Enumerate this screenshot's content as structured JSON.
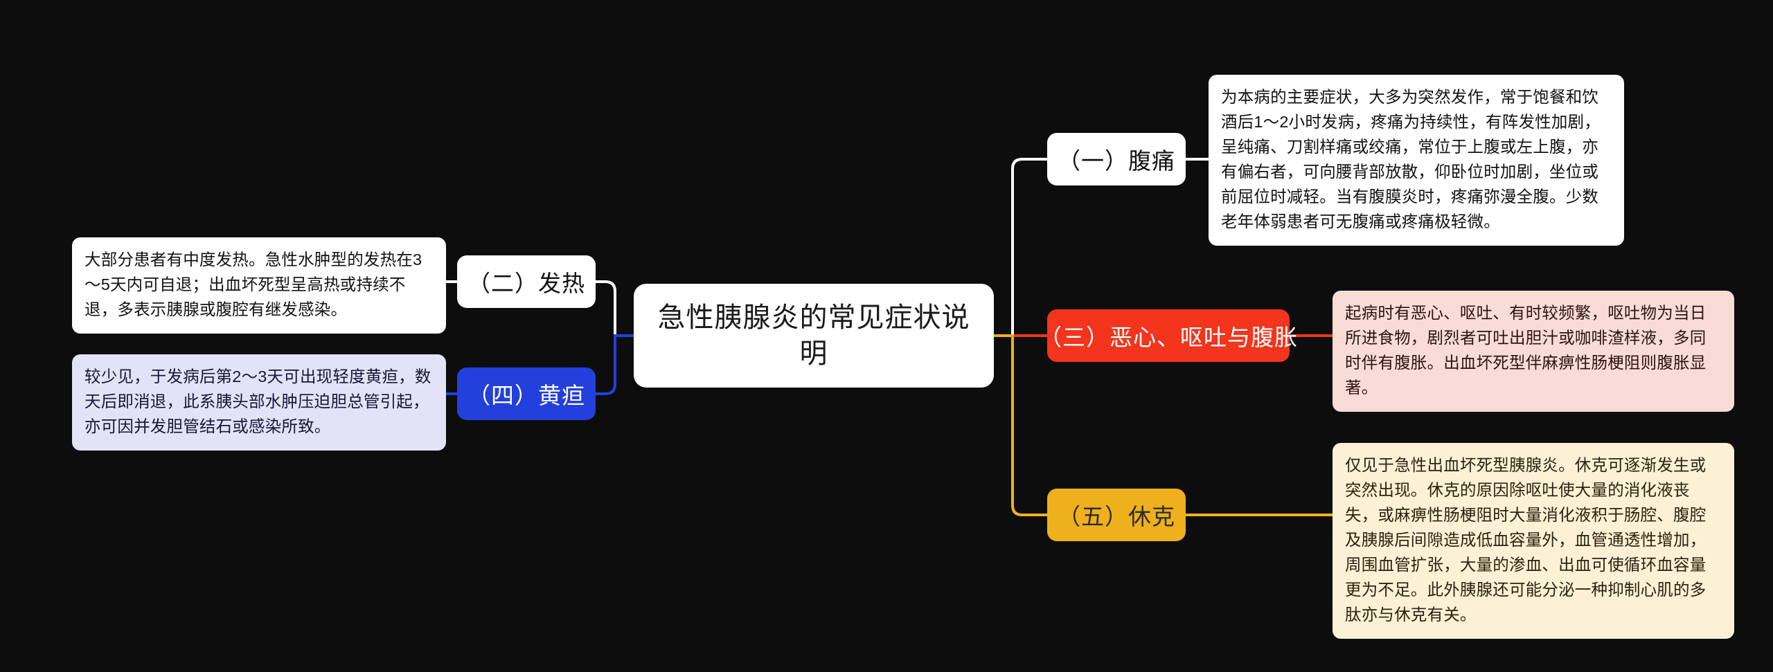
{
  "meta": {
    "background_color": "#0d0d0d",
    "title": "急性胰腺炎的常见症状说明"
  },
  "root": {
    "label": "急性胰腺炎的常见症状说明",
    "fill": "#ffffff",
    "text_color": "#1a1a1a"
  },
  "branches": [
    {
      "id": "pain",
      "index": "一",
      "chip_label": "（一）腹痛",
      "chip_fill": "#ffffff",
      "chip_text_color": "#121212",
      "connector_color": "#ffffff",
      "side": "right",
      "detail": "为本病的主要症状，大多为突然发作，常于饱餐和饮酒后1～2小时发病，疼痛为持续性，有阵发性加剧，呈纯痛、刀割样痛或绞痛，常位于上腹或左上腹，亦有偏右者，可向腰背部放散，仰卧位时加剧，坐位或前屈位时减轻。当有腹膜炎时，疼痛弥漫全腹。少数老年体弱患者可无腹痛或疼痛极轻微。",
      "detail_fill": "#ffffff",
      "detail_text_color": "#121212"
    },
    {
      "id": "fever",
      "index": "二",
      "chip_label": "（二）发热",
      "chip_fill": "#ffffff",
      "chip_text_color": "#121212",
      "connector_color": "#ffffff",
      "side": "left",
      "detail": "大部分患者有中度发热。急性水肿型的发热在3～5天内可自退；出血坏死型呈高热或持续不退，多表示胰腺或腹腔有继发感染。",
      "detail_fill": "#ffffff",
      "detail_text_color": "#121212"
    },
    {
      "id": "nausea",
      "index": "三",
      "chip_label": "（三）恶心、呕吐与腹胀",
      "chip_fill": "#f2351c",
      "chip_text_color": "#ffffff",
      "connector_color": "#f2351c",
      "side": "right",
      "detail": "起病时有恶心、呕吐、有时较频繁，呕吐物为当日所进食物，剧烈者可吐出胆汁或咖啡渣样液，多同时伴有腹胀。出血坏死型伴麻痹性肠梗阻则腹胀显著。",
      "detail_fill": "#fadcd6",
      "detail_text_color": "#2a1412"
    },
    {
      "id": "jaundice",
      "index": "四",
      "chip_label": "（四）黄疸",
      "chip_fill": "#2340dc",
      "chip_text_color": "#ffffff",
      "connector_color": "#2340dc",
      "side": "left",
      "detail": "较少见，于发病后第2～3天可出现轻度黄疸，数天后即消退，此系胰头部水肿压迫胆总管引起，亦可因并发胆管结石或感染所致。",
      "detail_fill": "#e3e3f8",
      "detail_text_color": "#16163a"
    },
    {
      "id": "shock",
      "index": "五",
      "chip_label": "（五）休克",
      "chip_fill": "#eeb01c",
      "chip_text_color": "#2b2b2b",
      "connector_color": "#eeb01c",
      "side": "right",
      "detail": "仅见于急性出血坏死型胰腺炎。休克可逐渐发生或突然出现。休克的原因除呕吐使大量的消化液丧失，或麻痹性肠梗阻时大量消化液积于肠腔、腹腔及胰腺后间隙造成低血容量外，血管通透性增加，周围血管扩张，大量的渗血、出血可使循环血容量更为不足。此外胰腺还可能分泌一种抑制心肌的多肽亦与休克有关。",
      "detail_fill": "#fcf1d6",
      "detail_text_color": "#2a2212"
    }
  ]
}
